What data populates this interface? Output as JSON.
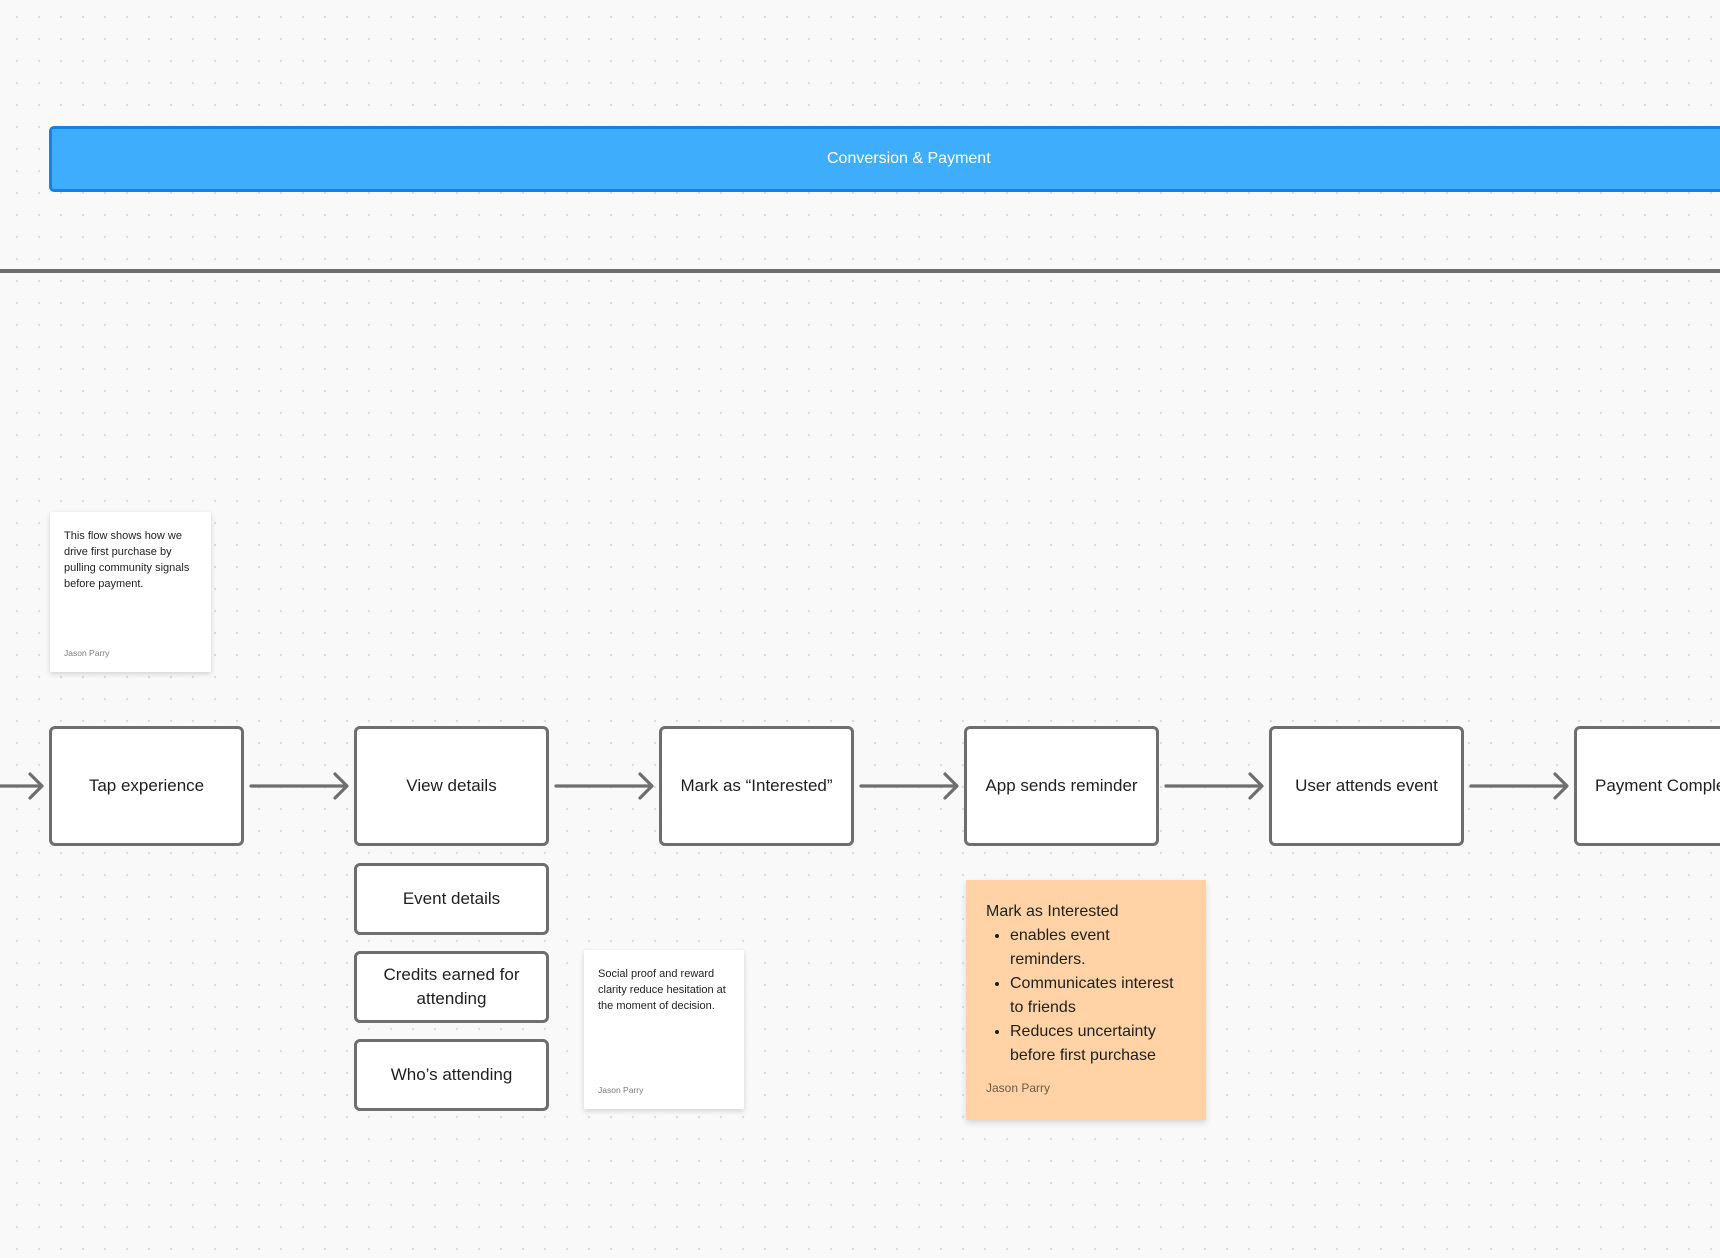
{
  "section": {
    "title": "Conversion & Payment",
    "color": "#3eaefc",
    "border_color": "#1282e6"
  },
  "flow": {
    "steps": [
      {
        "label": "Tap experience"
      },
      {
        "label": "View details"
      },
      {
        "label": "Mark as “Interested”"
      },
      {
        "label": "App sends reminder"
      },
      {
        "label": "User attends event"
      },
      {
        "label": "Payment Comple"
      }
    ],
    "view_details_children": [
      {
        "label": "Event details"
      },
      {
        "label": "Credits earned for attending"
      },
      {
        "label": "Who’s attending"
      }
    ]
  },
  "notes": {
    "flow_note": {
      "text": "This flow shows how we drive first purchase by pulling community signals before payment.",
      "author": "Jason Parry"
    },
    "social_note": {
      "text": "Social proof and reward clarity reduce hesitation at the moment of decision.",
      "author": "Jason Parry"
    },
    "interested_note": {
      "heading": "Mark as Interested",
      "bullets": [
        "enables event reminders.",
        "Communicates interest to friends",
        "Reduces uncertainty before first purchase"
      ],
      "author": "Jason Parry",
      "color": "#ffd3a5"
    }
  }
}
